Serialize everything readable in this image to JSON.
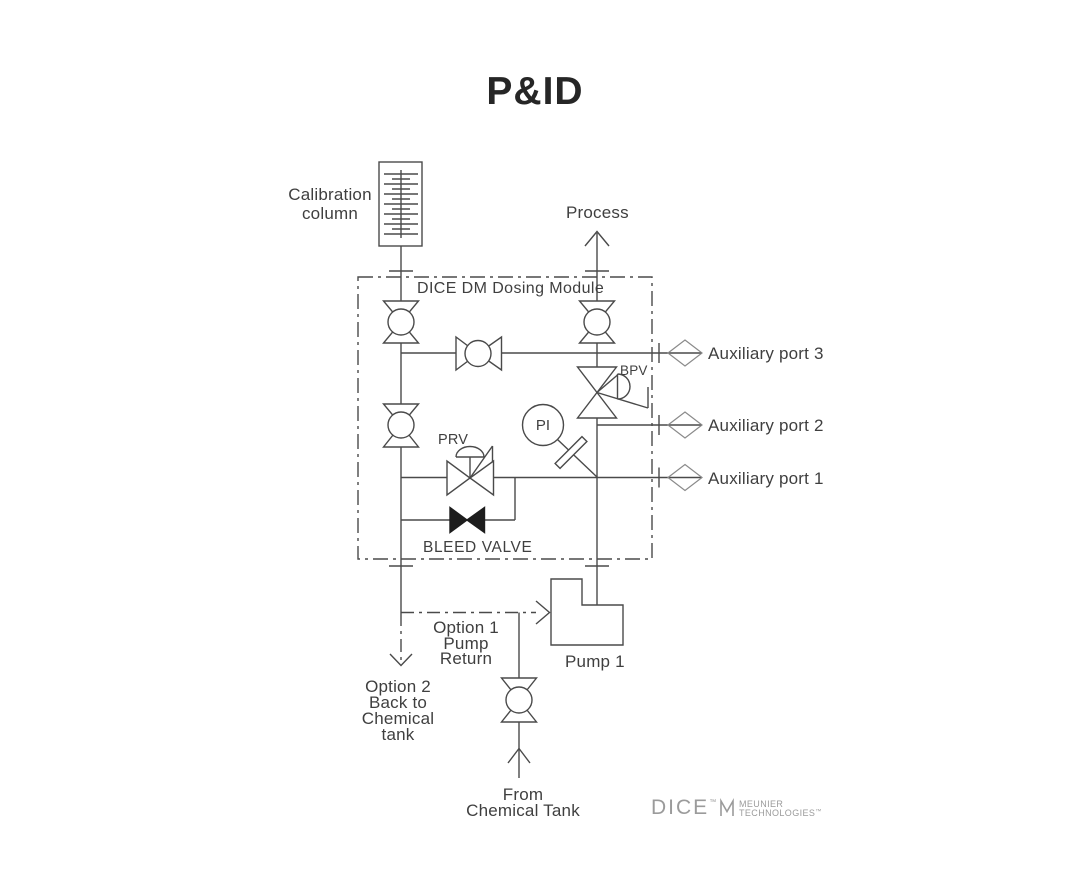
{
  "title": "P&ID",
  "labels": {
    "calibration_column": [
      "Calibration",
      "column"
    ],
    "process": "Process",
    "module": "DICE DM Dosing Module",
    "bpv": "BPV",
    "prv": "PRV",
    "pi": "PI",
    "bleed_valve": "BLEED VALVE",
    "aux_port_3": "Auxiliary port 3",
    "aux_port_2": "Auxiliary port 2",
    "aux_port_1": "Auxiliary port 1",
    "option_1": [
      "Option 1",
      "Pump",
      "Return"
    ],
    "pump_1": "Pump 1",
    "option_2": [
      "Option 2",
      "Back to",
      "Chemical",
      "tank"
    ],
    "from_tank": [
      "From",
      "Chemical Tank"
    ]
  },
  "footer": {
    "brand": "DICE",
    "brand_tm": "™",
    "partner_name": "MEUNIER",
    "partner_name2": "TECHNOLOGIES",
    "partner_tm": "™"
  },
  "colors": {
    "line": "#4a4a4a",
    "diamond": "#8a8a8a",
    "text": "#3f3f3f",
    "title": "#262626",
    "logo": "#9b9b9b"
  }
}
